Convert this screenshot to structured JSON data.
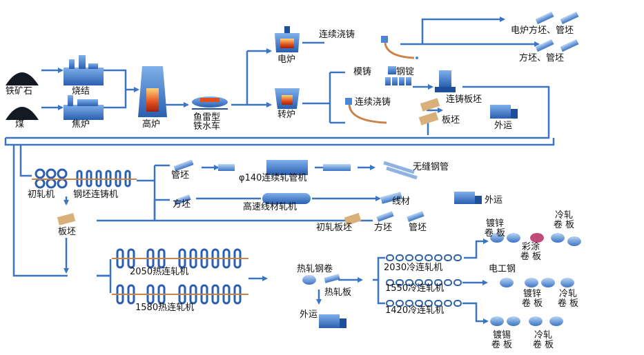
{
  "labels": {
    "iron_ore": "铁矿石",
    "sintering": "烧结",
    "coal": "煤",
    "coking": "焦炉",
    "blast_furnace": "高炉",
    "torpedo_car": "鱼雷型\n铁水车",
    "eaf": "电炉",
    "bof": "转炉",
    "cc_top": "连续浇铸",
    "eaf_billet": "电炉方坯、管坯",
    "billet_tube": "方坯、管坯",
    "ingot_mold": "模铸",
    "ingot": "钢锭",
    "cc_mid": "连续浇铸",
    "slab_caster": "连铸板坯",
    "slab": "板坯",
    "ship_out_1": "外运",
    "tube_blank": "管坯",
    "tube_mill": "φ140连续轧管机",
    "seamless_pipe": "无缝钢管",
    "roughing_mill": "初轧机",
    "billet_caster_mill": "钢坯连铸机",
    "billet": "方坯",
    "wire_mill": "高速线材轧机",
    "wire_rod": "线材",
    "ship_out_2": "外运",
    "slab_2": "板坯",
    "rough_slab": "初轧板坯",
    "billet_2": "方坯",
    "tube_blank_2": "管坯",
    "hsm_2050": "2050热连轧机",
    "hsm_1580": "1580热连轧机",
    "hot_coil": "热轧钢卷",
    "hot_sheet": "热轧板",
    "ship_out_3": "外运",
    "cm_2030": "2030冷连轧机",
    "cm_1550": "1550冷连轧机",
    "cm_1420": "1420冷连轧机",
    "galv_1": "镀锌\n卷 板",
    "cold_1": "冷轧\n卷 板",
    "color_coated": "彩涂\n卷 板",
    "elec_steel": "电工钢",
    "galv_2": "镀锌\n卷 板",
    "cold_2": "冷轧\n卷 板",
    "tin_plate": "镀锡\n卷 板",
    "cold_3": "冷轧\n卷 板"
  },
  "colors": {
    "flow_line": "#3c74c4",
    "arrow": "#3c74c4",
    "equipment": "#4a86d4",
    "equipment_dark": "#1f4f9a",
    "coil_pink": "#c04a7a",
    "slab_tan": "#d9b07a",
    "rod_orange": "#c9834a",
    "coal_black": "#141a24"
  },
  "icons": [
    "sinter-plant-icon",
    "coke-oven-icon",
    "blast-furnace-icon",
    "torpedo-car-icon",
    "eaf-icon",
    "bof-icon",
    "caster-icon",
    "ingot-mold-icon",
    "truck-icon",
    "coil-icon",
    "billet-icon",
    "slab-icon",
    "rolling-stand-icon",
    "pipe-icon",
    "wire-coil-icon"
  ]
}
